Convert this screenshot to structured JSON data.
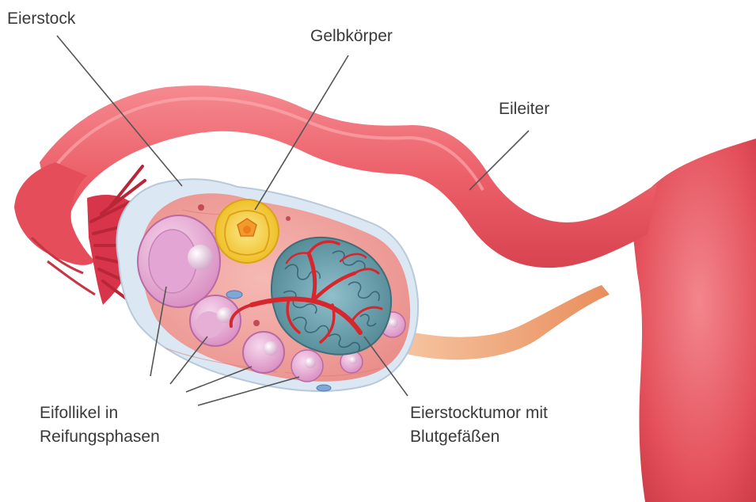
{
  "labels": {
    "ovary": "Eierstock",
    "corpus_luteum": "Gelbkörper",
    "fallopian_tube": "Eileiter",
    "follicles_line1": "Eifollikel in",
    "follicles_line2": "Reifungsphasen",
    "tumor_line1": "Eierstocktumor mit",
    "tumor_line2": "Blutgefäßen"
  },
  "colors": {
    "tissue": "#ee6b73",
    "tissue_dark": "#d9434f",
    "ovary_stroma": "#f2a7a3",
    "capsule": "#dfeaf4",
    "follicle": "#e6a4cf",
    "corpus_luteum": "#f3d23a",
    "tumor": "#6fa4b1",
    "vessel": "#d8262d",
    "ligament": "#f0b48a",
    "leader_line": "#555555"
  }
}
